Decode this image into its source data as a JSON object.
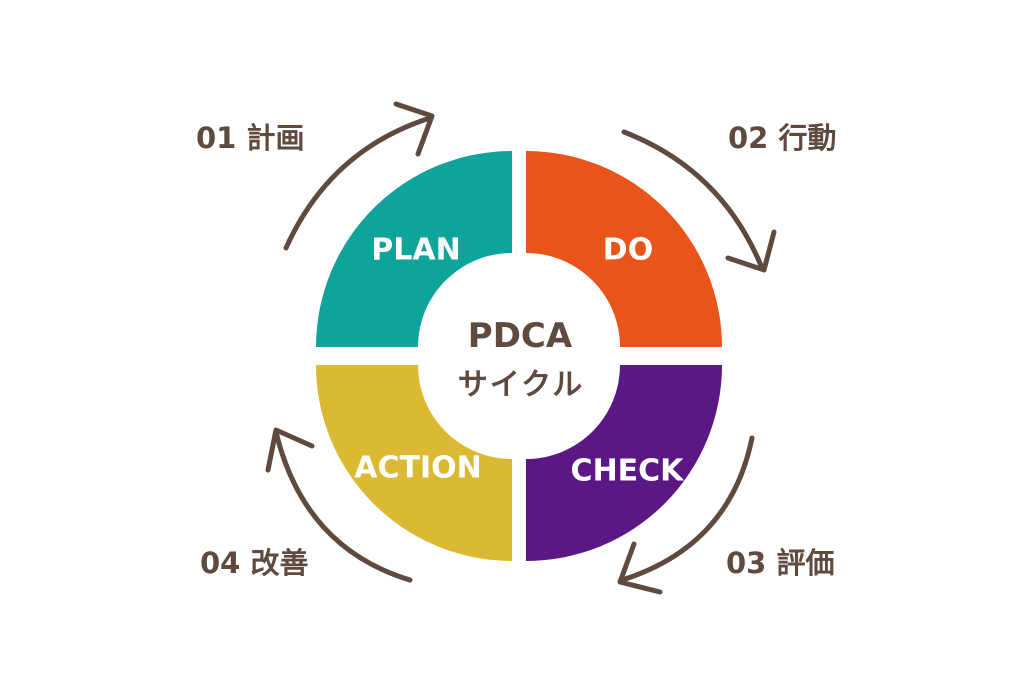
{
  "colors": {
    "plan": "#0ea39b",
    "do": "#e85419",
    "check": "#5b1783",
    "action": "#dcb932",
    "arrow": "#5e4a3e",
    "text_dark": "#5e4a3e",
    "text_light": "#ffffff"
  },
  "center": {
    "title": "PDCA",
    "subtitle": "サイクル"
  },
  "quadrants": {
    "plan": "PLAN",
    "do": "DO",
    "check": "CHECK",
    "action": "ACTION"
  },
  "steps": {
    "plan": "01 計画",
    "do": "02 行動",
    "check": "03 評価",
    "action": "04 改善"
  },
  "icons": {
    "arrow_plan_to_do": "curved-arrow-icon",
    "arrow_do_to_check": "curved-arrow-icon",
    "arrow_check_to_action": "curved-arrow-icon",
    "arrow_action_to_plan": "curved-arrow-icon"
  }
}
